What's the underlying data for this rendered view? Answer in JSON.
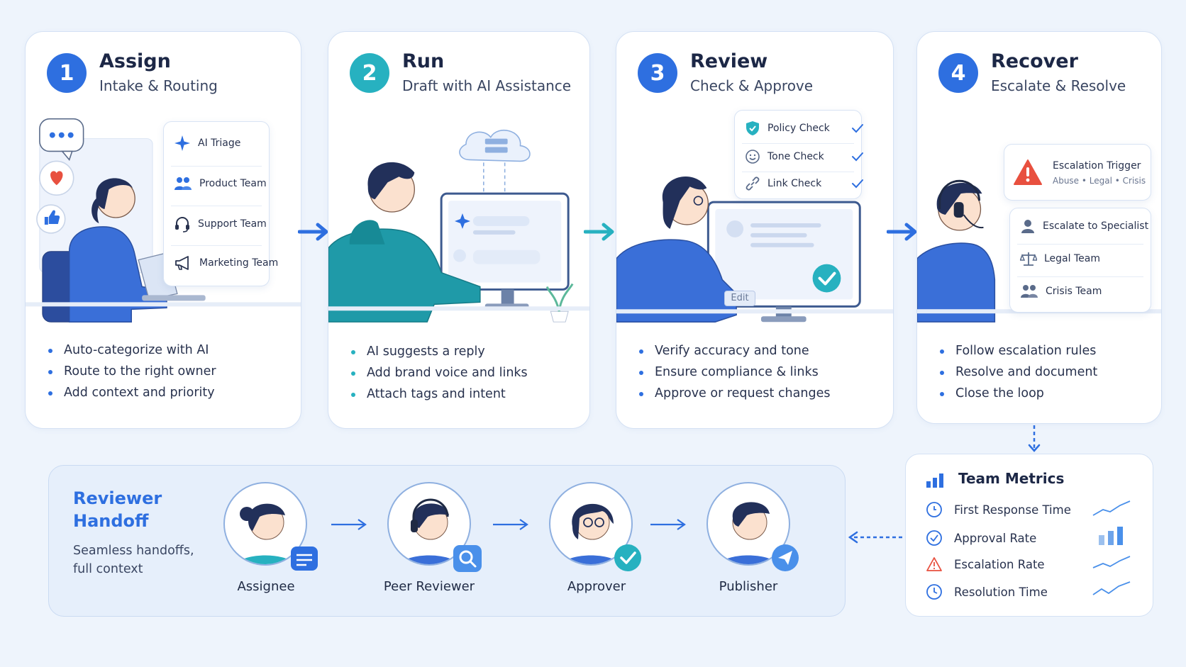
{
  "colors": {
    "primary": "#2e6fe0",
    "teal": "#27b1c0",
    "danger": "#e8503f",
    "background": "#eef4fc"
  },
  "steps": [
    {
      "number": "1",
      "title": "Assign",
      "subtitle": "Intake & Routing",
      "panel": [
        "AI Triage",
        "Product Team",
        "Support Team",
        "Marketing Team"
      ],
      "bullets": [
        "Auto-categorize with AI",
        "Route to the right owner",
        "Add context and priority"
      ]
    },
    {
      "number": "2",
      "title": "Run",
      "subtitle": "Draft with AI Assistance",
      "bullets": [
        "AI suggests a reply",
        "Add brand voice and links",
        "Attach tags and intent"
      ]
    },
    {
      "number": "3",
      "title": "Review",
      "subtitle": "Check & Approve",
      "panel": [
        "Policy Check",
        "Tone Check",
        "Link Check"
      ],
      "edit_label": "Edit",
      "bullets": [
        "Verify accuracy and tone",
        "Ensure compliance & links",
        "Approve or request changes"
      ]
    },
    {
      "number": "4",
      "title": "Recover",
      "subtitle": "Escalate & Resolve",
      "trigger_title": "Escalation Trigger",
      "trigger_sub": "Abuse • Legal • Crisis",
      "panel": [
        "Escalate to Specialist",
        "Legal Team",
        "Crisis Team"
      ],
      "bullets": [
        "Follow escalation rules",
        "Resolve and document",
        "Close the loop"
      ]
    }
  ],
  "handoff": {
    "title_line1": "Reviewer",
    "title_line2": "Handoff",
    "desc_line1": "Seamless handoffs,",
    "desc_line2": "full context",
    "people": [
      "Assignee",
      "Peer Reviewer",
      "Approver",
      "Publisher"
    ]
  },
  "metrics": {
    "title": "Team Metrics",
    "items": [
      "First Response Time",
      "Approval Rate",
      "Escalation Rate",
      "Resolution Time"
    ]
  }
}
